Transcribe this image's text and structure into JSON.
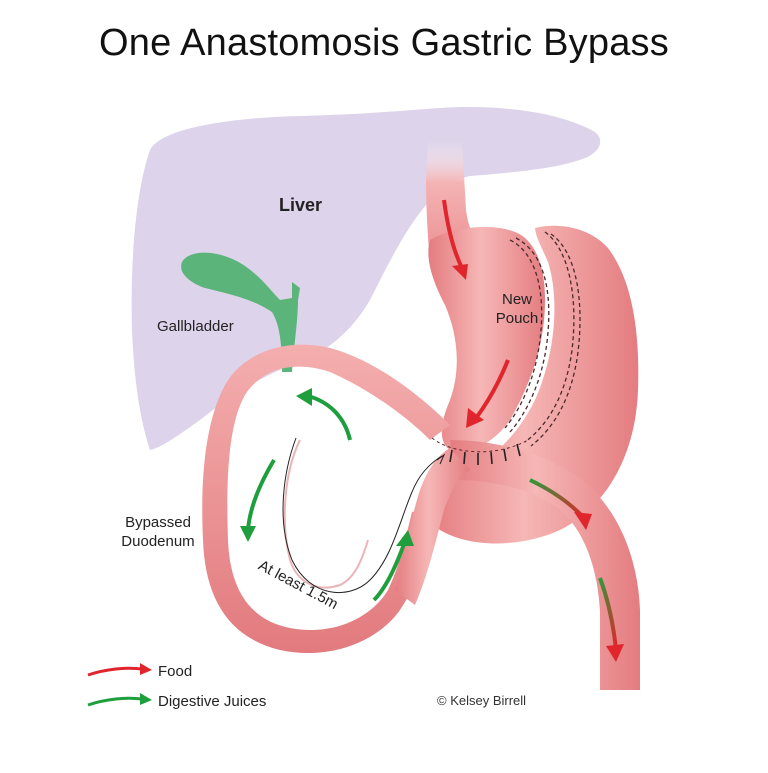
{
  "title": "One Anastomosis Gastric Bypass",
  "labels": {
    "liver": "Liver",
    "gallbladder": "Gallbladder",
    "new_pouch_line1": "New",
    "new_pouch_line2": "Pouch",
    "bypassed_line1": "Bypassed",
    "bypassed_line2": "Duodenum",
    "length": "At least 1.5m"
  },
  "legend": {
    "food": "Food",
    "digestive_juices": "Digestive Juices"
  },
  "credit": "© Kelsey Birrell",
  "colors": {
    "liver": "#ddd3ea",
    "gallbladder": "#5bb57a",
    "tissue": "#ec8c8e",
    "tissue_light": "#f6b9b8",
    "tissue_dark": "#d86b70",
    "food_arrow": "#e0262c",
    "juice_arrow": "#1e9e3c"
  }
}
